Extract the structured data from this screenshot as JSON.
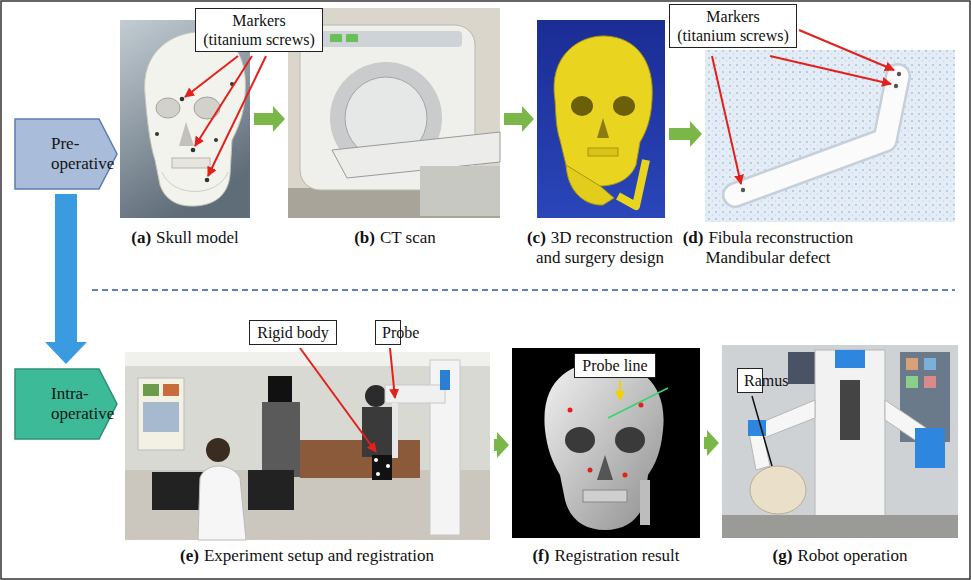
{
  "diagram": {
    "nodes": [
      {
        "text": [
          "Markers (titanium screws)"
        ]
      },
      {
        "text": [
          "Markers (titanium screws)"
        ]
      },
      {
        "text": [
          "Pre- operative"
        ]
      },
      {
        "text": [
          "(a)",
          "Skull model"
        ]
      },
      {
        "text": [
          "(b)",
          "CT scan"
        ]
      },
      {
        "text": [
          "(c)",
          "3D reconstruction and surgery design"
        ]
      },
      {
        "text": [
          "(d)",
          "Fibula reconstruction Mandibular defect"
        ]
      },
      {
        "text": [
          "Intra- operative"
        ]
      },
      {
        "text": [
          "Rigid body"
        ]
      },
      {
        "text": [
          "Probe"
        ]
      },
      {
        "text": [
          "Probe line"
        ]
      },
      {
        "text": [
          "Ramus"
        ]
      },
      {
        "text": [
          "(e)",
          "Experiment setup and registration"
        ]
      },
      {
        "text": [
          "(f)",
          "Registration result"
        ]
      },
      {
        "text": [
          "(g)",
          "Robot operation"
        ]
      }
    ],
    "edges": [
      {
        "from": 3,
        "to": 4,
        "arrow": "to"
      },
      {
        "from": 4,
        "to": 5,
        "arrow": "to"
      },
      {
        "from": 5,
        "to": 6,
        "arrow": "to"
      },
      {
        "from": 2,
        "to": 7,
        "arrow": "to"
      },
      {
        "from": 12,
        "to": 13,
        "arrow": "to"
      },
      {
        "from": 13,
        "to": 14,
        "arrow": "to"
      }
    ]
  }
}
